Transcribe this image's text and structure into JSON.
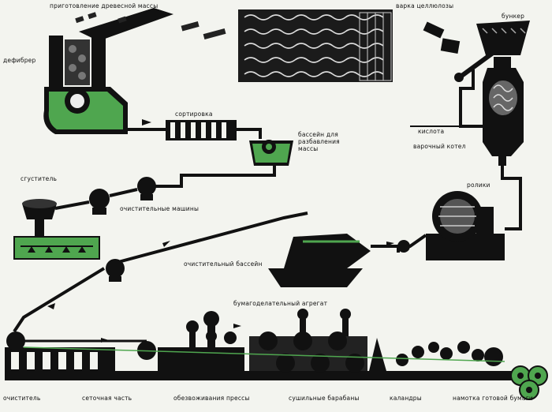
{
  "labels": {
    "wood_prep": "приготовление древесной массы",
    "defibrator": "дефибрер",
    "sorting": "сортировка",
    "pool_line1": "бассейн для",
    "pool_line2": "разбавления",
    "pool_line3": "массы",
    "thickener": "сгуститель",
    "cleaning_machines": "очистительные машины",
    "cellulose_cooking": "варка целлюлозы",
    "bunker": "бункер",
    "acid": "кислота",
    "cooking_boiler": "варочный котел",
    "rollers": "ролики",
    "cleaning_basin": "очистительный бассейн",
    "paper_machine": "бумагоделательный агрегат",
    "cleaner": "очиститель",
    "mesh_part": "сеточная часть",
    "press_rolls": "обезвоживания прессы",
    "drying_drums": "сушильные барабаны",
    "calenders": "каландры",
    "winding": "намотка готовой бумаги"
  },
  "colors": {
    "ink": "#111111",
    "green": "#4fa64f",
    "paper": "#f3f4ef"
  }
}
